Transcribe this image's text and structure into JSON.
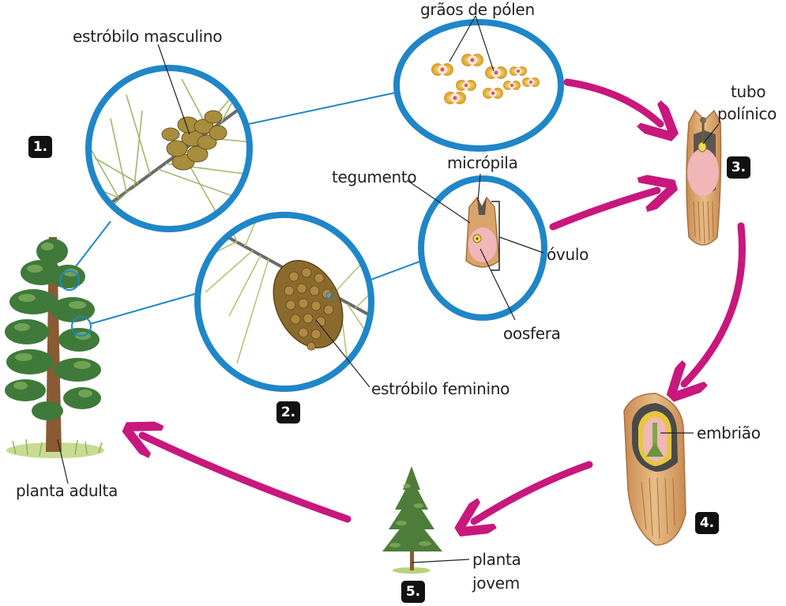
{
  "colors": {
    "circle_border": "#1f86c8",
    "arrow": "#c8177d",
    "connector": "#1f86c8",
    "pine_green": "#3f7a3a",
    "cone_brown": "#8b6a2e",
    "pollen_yellow": "#e3b52a",
    "tissue_tan": "#d9a36c",
    "egg_pink": "#f0b6b8"
  },
  "icons": [
    "pine-tree",
    "male-cone",
    "female-cone",
    "pollen-grains",
    "ovule",
    "seed-with-pollen-tube",
    "seed-with-embryo",
    "young-pine"
  ],
  "labels": {
    "estrobilo_masculino": "estróbilo masculino",
    "graos_polen": "grãos de pólen",
    "tubo": "tubo",
    "polinico": "polínico",
    "tegumento": "tegumento",
    "micropila": "micrópila",
    "ovulo": "óvulo",
    "oosfera": "oosfera",
    "estrobilo_feminino": "estróbilo feminino",
    "embriao": "embrião",
    "planta_adulta": "planta adulta",
    "planta": "planta",
    "jovem": "jovem"
  },
  "badges": {
    "b1": "1.",
    "b2": "2.",
    "b3": "3.",
    "b4": "4.",
    "b5": "5."
  }
}
